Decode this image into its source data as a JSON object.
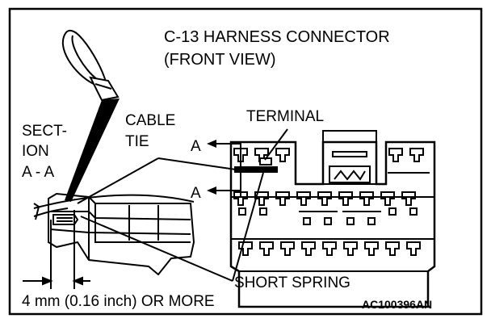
{
  "title_line1": "C-13 HARNESS CONNECTOR",
  "title_line2": "(FRONT VIEW)",
  "labels": {
    "terminal": "TERMINAL",
    "cable_tie_line1": "CABLE",
    "cable_tie_line2": "TIE",
    "section_line1": "SECT-",
    "section_line2": "ION",
    "section_line3": "A - A",
    "arrow_a_top": "A",
    "arrow_a_bottom": "A",
    "short_spring": "SHORT SPRING",
    "dimension": "4 mm (0.16 inch) OR MORE",
    "figure_code": "AC100396AN"
  }
}
